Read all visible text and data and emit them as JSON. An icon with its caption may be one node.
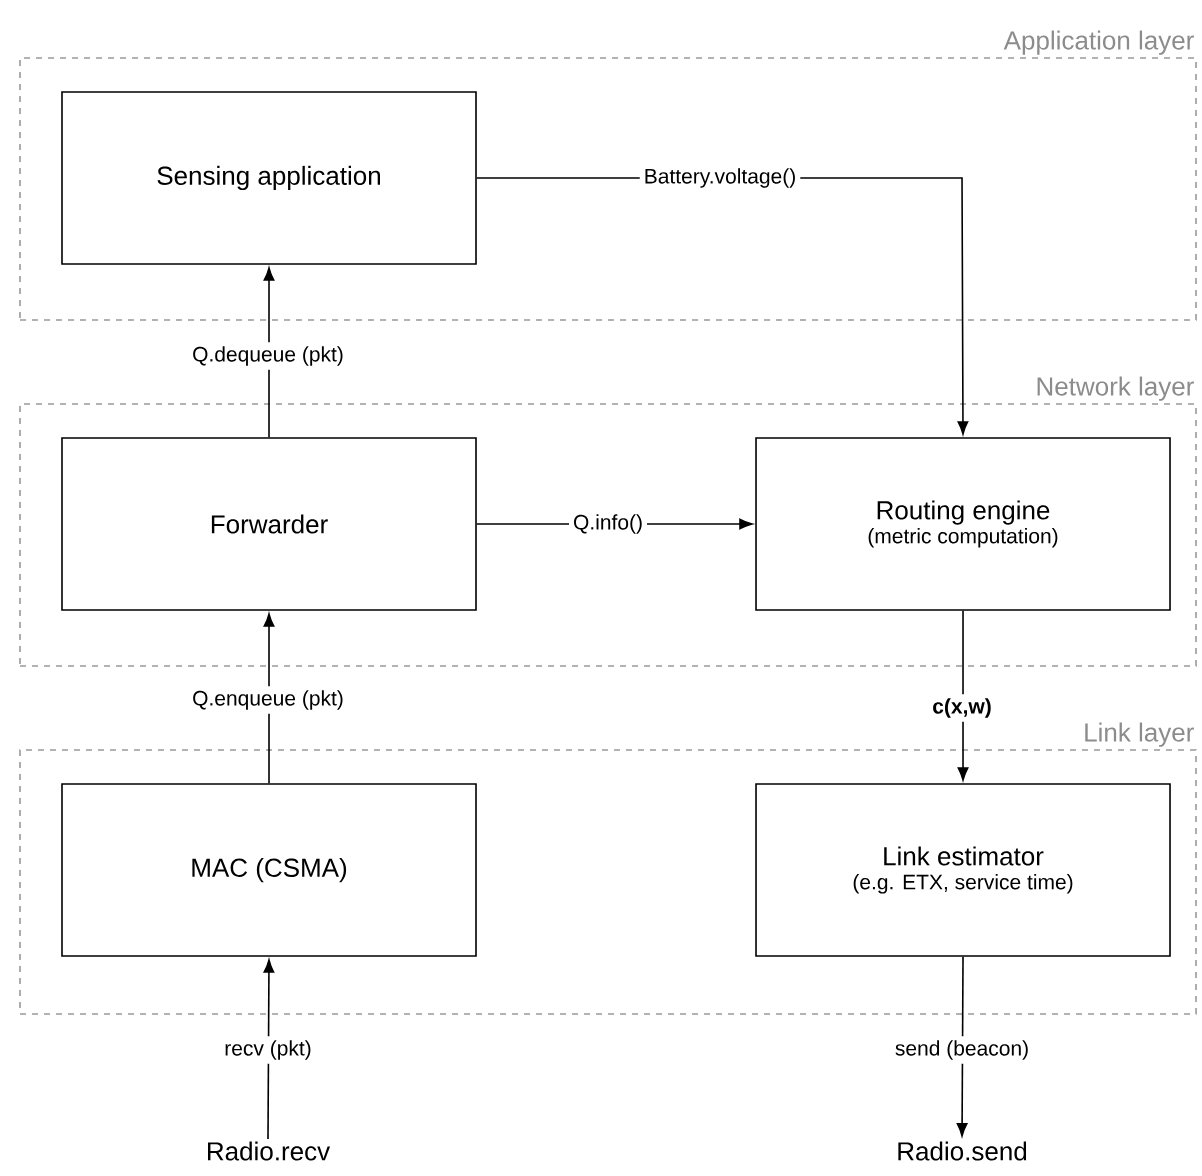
{
  "diagram": {
    "nodes": [
      {
        "text": [
          "Application layer"
        ]
      },
      {
        "text": [
          "Sensing application"
        ],
        "in": 0
      },
      {
        "text": [
          "Network layer"
        ]
      },
      {
        "text": [
          "Forwarder"
        ],
        "in": 2
      },
      {
        "text": [
          "Routing engine",
          "(metric computation)"
        ],
        "in": 2
      },
      {
        "text": [
          "Link layer"
        ]
      },
      {
        "text": [
          "MAC (CSMA)"
        ],
        "in": 5
      },
      {
        "text": [
          "Link estimator",
          "(e.g. ETX, service time)"
        ],
        "in": 5
      },
      {
        "text": [
          "Radio.recv"
        ]
      },
      {
        "text": [
          "Radio.send"
        ]
      }
    ],
    "edges": [
      {
        "from": 3,
        "to": 1,
        "arrow": "to",
        "label": "Q.dequeue (pkt)"
      },
      {
        "from": 1,
        "to": 4,
        "arrow": "to",
        "label": "Battery.voltage()"
      },
      {
        "from": 3,
        "to": 4,
        "arrow": "to",
        "label": "Q.info()"
      },
      {
        "from": 6,
        "to": 3,
        "arrow": "to",
        "label": "Q.enqueue (pkt)"
      },
      {
        "from": 4,
        "to": 7,
        "arrow": "to",
        "label": "c(x,w)"
      },
      {
        "from": 8,
        "to": 6,
        "arrow": "to",
        "label": "recv (pkt)"
      },
      {
        "from": 7,
        "to": 9,
        "arrow": "to",
        "label": "send (beacon)"
      }
    ]
  }
}
